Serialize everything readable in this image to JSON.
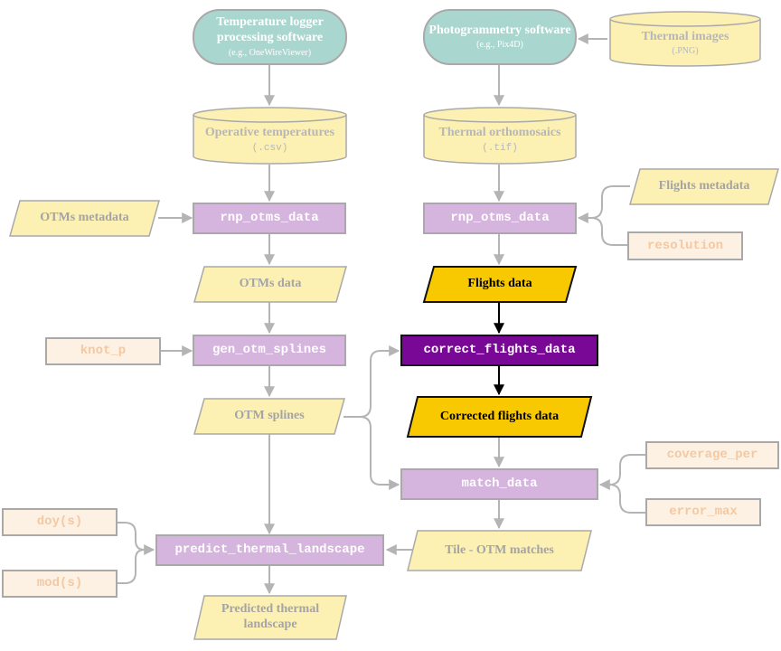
{
  "colors": {
    "software_fill": "#a9d7cf",
    "data_fill_faded": "#fdf0b3",
    "data_fill_highlight": "#f8c900",
    "function_fill_faded": "#d5b4dd",
    "function_fill_highlight": "#7a0897",
    "parameter_fill": "#fcf1e3",
    "parameter_text": "#f4c8a2",
    "connector_faded": "#b4b4b4",
    "connector_active": "#000000"
  },
  "software": {
    "temp_logger": {
      "title": "Temperature logger processing software",
      "subtitle": "(e.g., OneWireViewer)"
    },
    "photogrammetry": {
      "title": "Photogrammetry software",
      "subtitle": "(e.g., Pix4D)"
    }
  },
  "stores": {
    "thermal_images": {
      "title": "Thermal images",
      "subtitle": "(.PNG)"
    },
    "operative_temps": {
      "title": "Operative  temperatures",
      "subtitle": "(.csv)"
    },
    "thermal_orthos": {
      "title": "Thermal orthomosaics",
      "subtitle": "(.tif)"
    }
  },
  "data_nodes": {
    "otms_metadata": "OTMs metadata",
    "flights_metadata": "Flights metadata",
    "otms_data": "OTMs data",
    "flights_data": "Flights data",
    "otm_splines": "OTM splines",
    "corrected_flights": "Corrected flights data",
    "tile_matches": "Tile - OTM matches",
    "predicted_landscape": "Predicted thermal landscape"
  },
  "functions": {
    "rnp_left": "rnp_otms_data",
    "rnp_right": "rnp_otms_data",
    "gen_splines": "gen_otm_splines",
    "correct_flights": "correct_flights_data",
    "match_data": "match_data",
    "predict": "predict_thermal_landscape"
  },
  "params": {
    "resolution": "resolution",
    "knot_p": "knot_p",
    "coverage_per": "coverage_per",
    "error_max": "error_max",
    "doy": "doy(s)",
    "mod": "mod(s)"
  }
}
